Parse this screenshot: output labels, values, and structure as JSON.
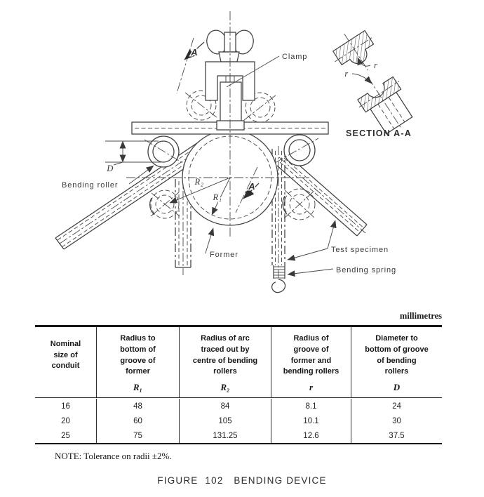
{
  "figure": {
    "units_label": "millimetres",
    "note": "NOTE: Tolerance on radii ±2%.",
    "caption": "FIGURE  102   BENDING DEVICE"
  },
  "drawing": {
    "labels": {
      "clamp": "Clamp",
      "bending_roller": "Bending roller",
      "former": "Former",
      "test_specimen": "Test specimen",
      "bending_spring": "Bending spring",
      "section_title": "SECTION A-A",
      "section_letter": "A",
      "groove_radius": "r",
      "dim_diameter": "D",
      "radius_former": "R₁",
      "radius_arc": "R₂"
    }
  },
  "table": {
    "columns": [
      {
        "label": "Nominal\nsize of\nconduit",
        "symbol": ""
      },
      {
        "label": "Radius to\nbottom of\ngroove of\nformer",
        "symbol": "R₁"
      },
      {
        "label": "Radius of arc\ntraced out by\ncentre of bending\nrollers",
        "symbol": "R₂"
      },
      {
        "label": "Radius of\ngroove of\nformer and\nbending rollers",
        "symbol": "r"
      },
      {
        "label": "Diameter to\nbottom of groove\nof bending\nrollers",
        "symbol": "D"
      }
    ],
    "rows": [
      [
        "16",
        "48",
        "84",
        "8.1",
        "24"
      ],
      [
        "20",
        "60",
        "105",
        "10.1",
        "30"
      ],
      [
        "25",
        "75",
        "131.25",
        "12.6",
        "37.5"
      ]
    ]
  }
}
